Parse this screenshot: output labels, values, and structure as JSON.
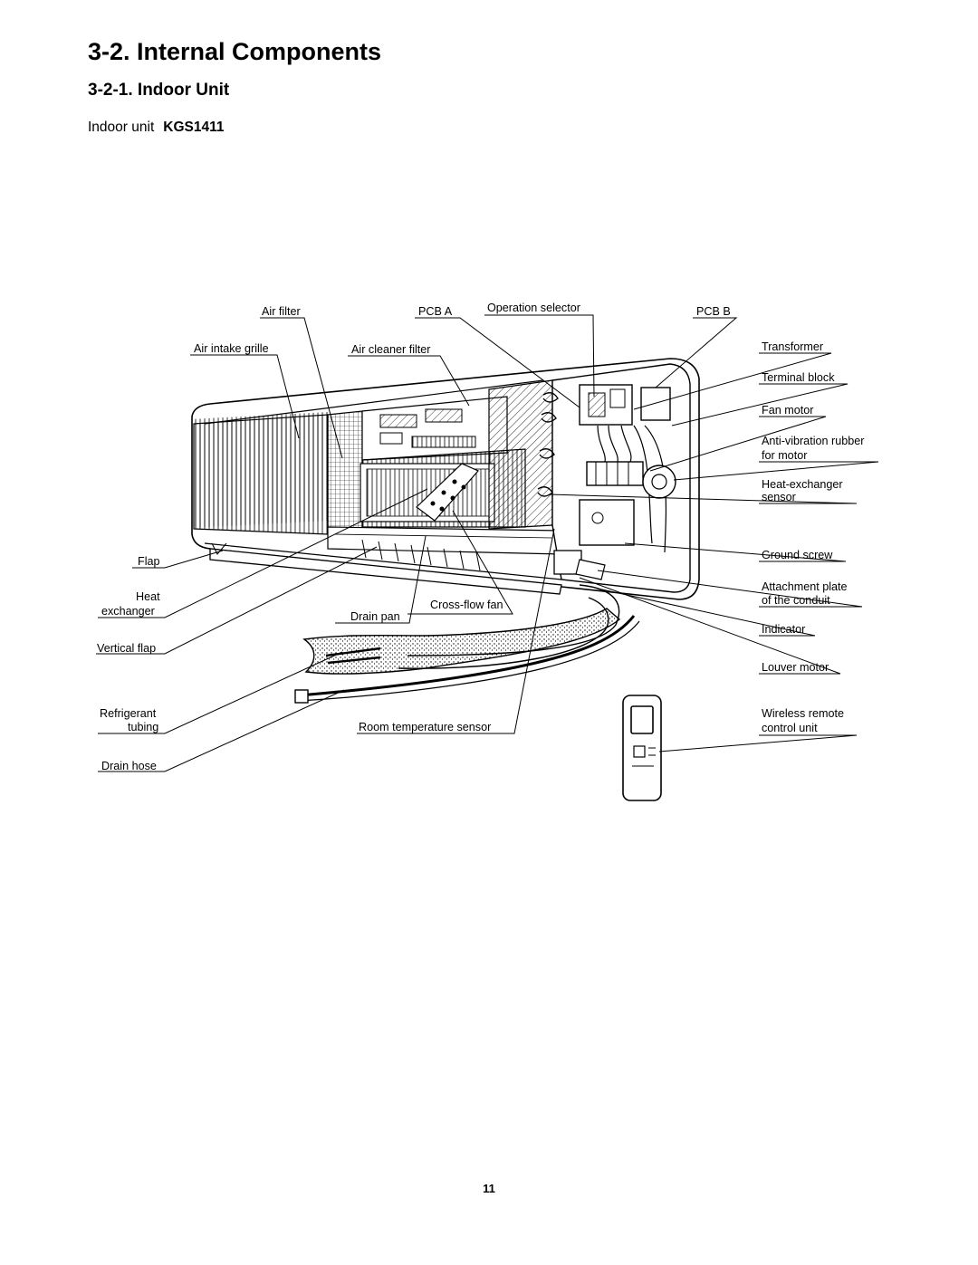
{
  "header": {
    "section_title": "3-2.  Internal Components",
    "subsection_title": "3-2-1.  Indoor Unit",
    "unit_label": "Indoor unit",
    "model": "KGS1411"
  },
  "labels": {
    "air_filter": "Air filter",
    "pcb_a": "PCB A",
    "operation_selector": "Operation selector",
    "pcb_b": "PCB B",
    "air_intake_grille": "Air intake grille",
    "air_cleaner_filter": "Air cleaner filter",
    "transformer": "Transformer",
    "terminal_block": "Terminal block",
    "fan_motor": "Fan motor",
    "anti_vibration_1": "Anti-vibration rubber",
    "anti_vibration_2": "for motor",
    "heat_exchanger_sensor_1": "Heat-exchanger",
    "heat_exchanger_sensor_2": "sensor",
    "flap": "Flap",
    "ground_screw": "Ground screw",
    "heat_exchanger_1": "Heat",
    "heat_exchanger_2": "exchanger",
    "attachment_plate_1": "Attachment plate",
    "attachment_plate_2": "of the conduit",
    "cross_flow_fan": "Cross-flow fan",
    "drain_pan": "Drain pan",
    "indicator": "Indicator",
    "vertical_flap": "Vertical flap",
    "louver_motor": "Louver motor",
    "refrigerant_tubing_1": "Refrigerant",
    "refrigerant_tubing_2": "tubing",
    "room_temperature_sensor": "Room temperature sensor",
    "wireless_remote_1": "Wireless remote",
    "wireless_remote_2": "control unit",
    "drain_hose": "Drain hose"
  },
  "footer": {
    "page_number": "11"
  }
}
